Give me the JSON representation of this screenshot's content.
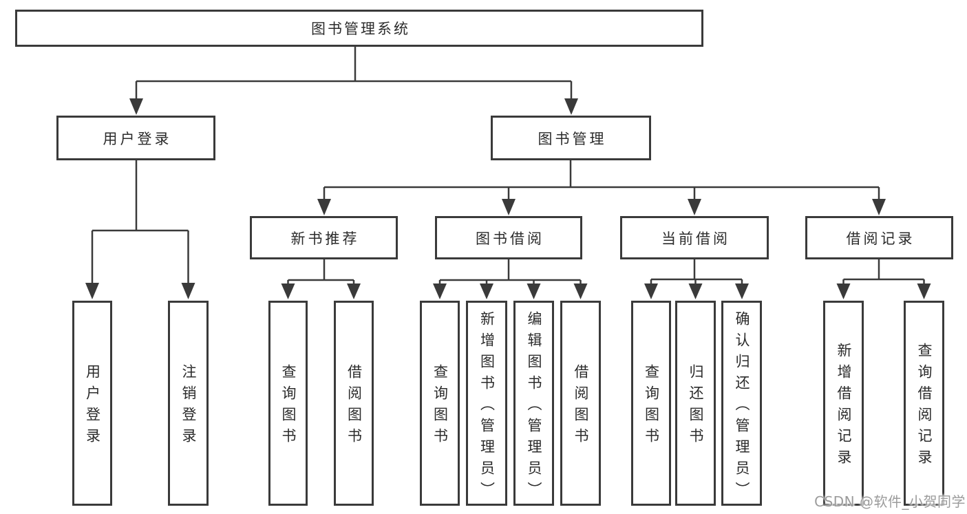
{
  "colors": {
    "line": "#3a3a3a",
    "box_border": "#3a3a3a",
    "box_background": "#ffffff",
    "text": "#2b2b2b",
    "watermark": "#9b9b9b",
    "page_background": "#ffffff"
  },
  "watermark": {
    "text": "CSDN @软件_小贺同学"
  },
  "tree": {
    "root": {
      "label": "图书管理系统"
    },
    "branches": [
      {
        "label": "用户登录",
        "children": [
          {
            "label": "用户登录"
          },
          {
            "label": "注销登录"
          }
        ]
      },
      {
        "label": "图书管理",
        "children": [
          {
            "label": "新书推荐",
            "children": [
              {
                "label": "查询图书"
              },
              {
                "label": "借阅图书"
              }
            ]
          },
          {
            "label": "图书借阅",
            "children": [
              {
                "label": "查询图书"
              },
              {
                "label": "新增图书（管理员）"
              },
              {
                "label": "编辑图书（管理员）"
              },
              {
                "label": "借阅图书"
              }
            ]
          },
          {
            "label": "当前借阅",
            "children": [
              {
                "label": "查询图书"
              },
              {
                "label": "归还图书"
              },
              {
                "label": "确认归还（管理员）"
              }
            ]
          },
          {
            "label": "借阅记录",
            "children": [
              {
                "label": "新增借阅记录"
              },
              {
                "label": "查询借阅记录"
              }
            ]
          }
        ]
      }
    ]
  }
}
